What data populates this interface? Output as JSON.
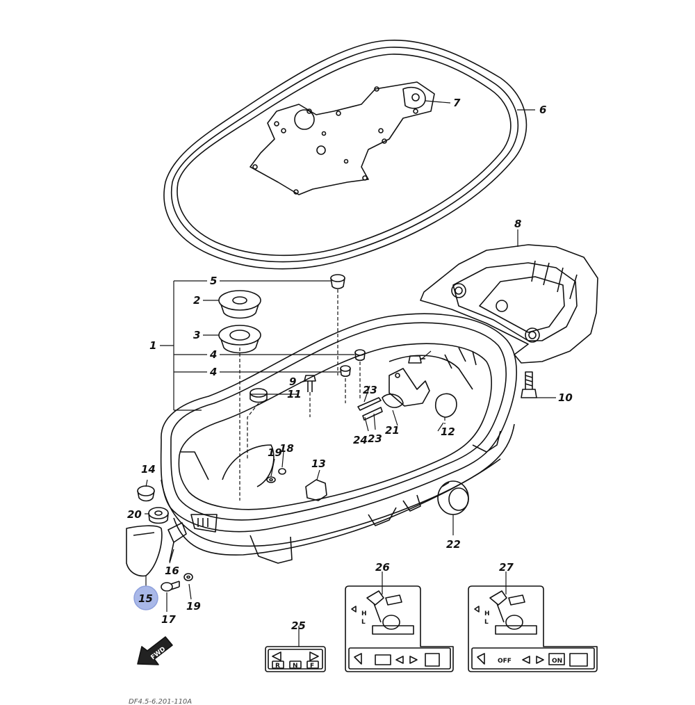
{
  "diagram": {
    "highlight_color": "#a9b8e8",
    "callouts": {
      "c1": "1",
      "c2": "2",
      "c3": "3",
      "c4a": "4",
      "c4b": "4",
      "c5": "5",
      "c6": "6",
      "c7": "7",
      "c8": "8",
      "c9": "9",
      "c10": "10",
      "c11": "11",
      "c12": "12",
      "c13": "13",
      "c14": "14",
      "c15": "15",
      "c16": "16",
      "c17": "17",
      "c18": "18",
      "c19a": "19",
      "c19b": "19",
      "c20": "20",
      "c21": "21",
      "c22": "22",
      "c23a": "23",
      "c23b": "23",
      "c24": "24",
      "c25": "25",
      "c26": "26",
      "c27": "27"
    },
    "fwd_label": "FWD",
    "decal_25": {
      "r": "R",
      "n": "N",
      "f": "F"
    },
    "decal_26": {
      "h": "H",
      "l": "L"
    },
    "decal_27": {
      "h": "H",
      "l": "L",
      "off": "OFF",
      "on": "ON"
    },
    "footer_code": "DF4.5-6.201-110A"
  }
}
